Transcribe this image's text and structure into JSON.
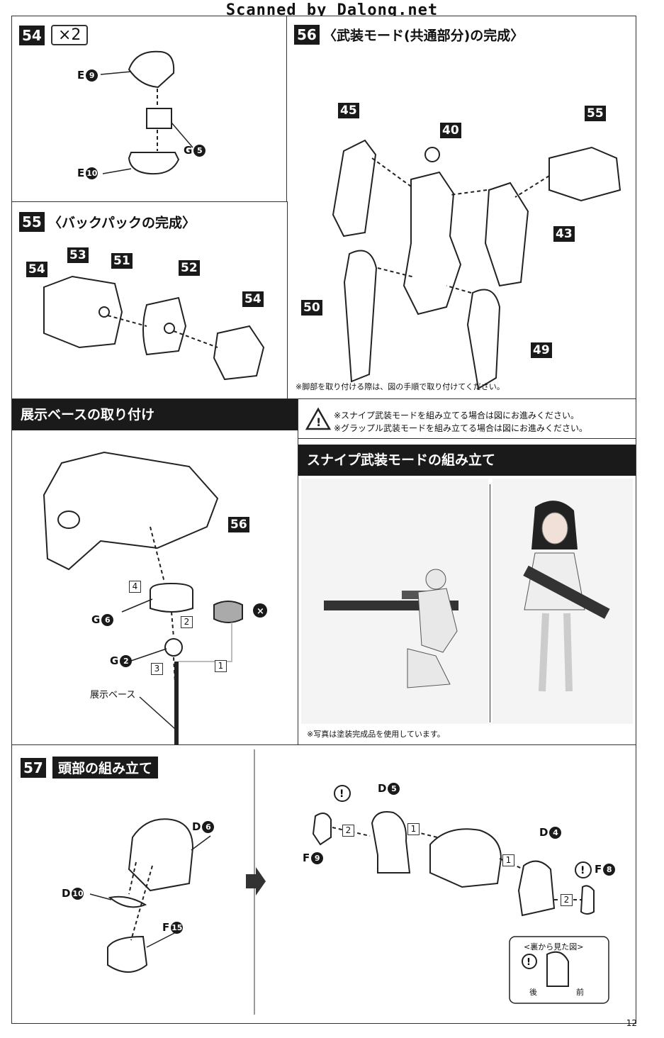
{
  "scanner_watermark": "Scanned by Dalong.net",
  "step54": {
    "num": "54",
    "multiplier": "×2",
    "parts": [
      {
        "letter": "E",
        "num": "9"
      },
      {
        "letter": "G",
        "num": "5"
      },
      {
        "letter": "E",
        "num": "10"
      }
    ]
  },
  "step56": {
    "num": "56",
    "title": "〈武装モード(共通部分)の完成〉",
    "tags": [
      "45",
      "40",
      "55",
      "43",
      "50",
      "49"
    ],
    "note": "※脚部を取り付ける際は、図の手順で取り付けてください。"
  },
  "step55": {
    "num": "55",
    "title": "〈バックパックの完成〉",
    "tags": [
      "54",
      "53",
      "51",
      "52",
      "54"
    ]
  },
  "base_section": {
    "title": "展示ベースの取り付け",
    "tag": "56",
    "parts": [
      {
        "letter": "G",
        "num": "6"
      },
      {
        "letter": "G",
        "num": "2"
      }
    ],
    "steps": [
      "4",
      "2",
      "3",
      "1"
    ],
    "base_label": "展示ベース"
  },
  "warning": {
    "line1": "※スナイプ武装モードを組み立てる場合は図にお進みください。",
    "line2": "※グラップル武装モードを組み立てる場合は図にお進みください。"
  },
  "snipe_section": {
    "title": "スナイプ武装モードの組み立て",
    "photo_note": "※写真は塗装完成品を使用しています。"
  },
  "step57": {
    "num": "57",
    "title": "頭部の組み立て",
    "left_parts": [
      {
        "letter": "D",
        "num": "6"
      },
      {
        "letter": "D",
        "num": "10"
      },
      {
        "letter": "F",
        "num": "15"
      }
    ],
    "right_parts": [
      {
        "letter": "D",
        "num": "5"
      },
      {
        "letter": "F",
        "num": "9"
      },
      {
        "letter": "D",
        "num": "4"
      },
      {
        "letter": "F",
        "num": "8"
      }
    ],
    "inset_title": "<裏から見た図>",
    "inset_back": "後",
    "inset_front": "前",
    "steps": [
      "2",
      "1",
      "1",
      "2"
    ]
  },
  "page_number": "12"
}
